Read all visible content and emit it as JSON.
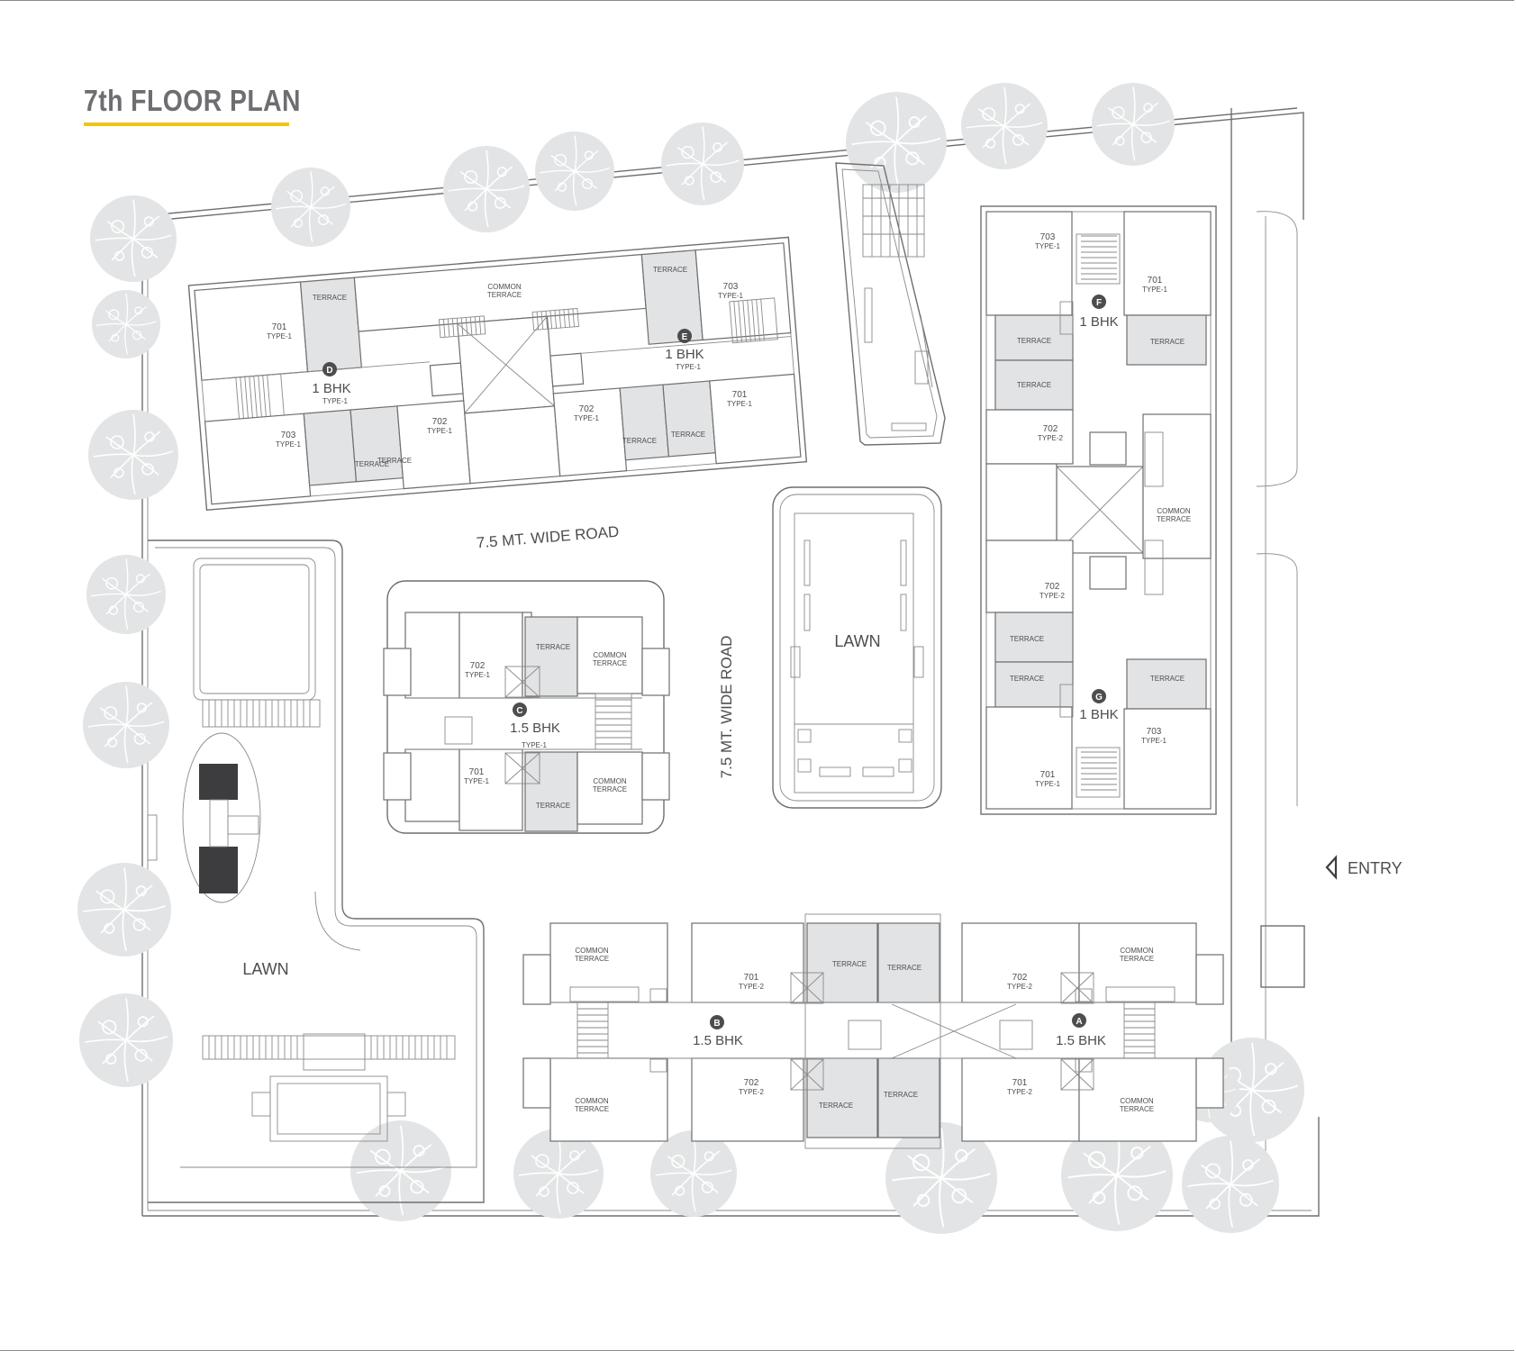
{
  "title": "7th FLOOR PLAN",
  "colors": {
    "title_text": "#6d6e71",
    "title_underline": "#f5c400",
    "terrace_fill": "#e2e3e4",
    "line": "#6f6f6f",
    "tree": "#e3e4e5"
  },
  "site": {
    "road_horizontal": "7.5 MT. WIDE ROAD",
    "road_vertical": "7.5 MT. WIDE ROAD",
    "lawn_center": "LAWN",
    "lawn_left": "LAWN",
    "entry": "ENTRY",
    "entry_icon": "chevron-left-icon"
  },
  "wings": {
    "D": {
      "letter": "D",
      "unit": "1 BHK",
      "type": "TYPE-1"
    },
    "E": {
      "letter": "E",
      "unit": "1 BHK",
      "type": "TYPE-1"
    },
    "F": {
      "letter": "F",
      "unit": "1 BHK"
    },
    "G": {
      "letter": "G",
      "unit": "1 BHK"
    },
    "C": {
      "letter": "C",
      "unit": "1.5 BHK",
      "type": "TYPE-1"
    },
    "B": {
      "letter": "B",
      "unit": "1.5 BHK"
    },
    "A": {
      "letter": "A",
      "unit": "1.5 BHK"
    }
  },
  "flats": {
    "de_701_left": {
      "no": "701",
      "type": "TYPE-1"
    },
    "de_703_left": {
      "no": "703",
      "type": "TYPE-1"
    },
    "de_702_a": {
      "no": "702",
      "type": "TYPE-1"
    },
    "de_702_b": {
      "no": "702",
      "type": "TYPE-1"
    },
    "de_703_right": {
      "no": "703",
      "type": "TYPE-1"
    },
    "de_701_right": {
      "no": "701",
      "type": "TYPE-1"
    },
    "fg_703_top": {
      "no": "703",
      "type": "TYPE-1"
    },
    "fg_701_top": {
      "no": "701",
      "type": "TYPE-1"
    },
    "fg_702_a": {
      "no": "702",
      "type": "TYPE-2"
    },
    "fg_702_b": {
      "no": "702",
      "type": "TYPE-2"
    },
    "fg_703_bottom": {
      "no": "703",
      "type": "TYPE-1"
    },
    "fg_701_bottom": {
      "no": "701",
      "type": "TYPE-1"
    },
    "c_702": {
      "no": "702",
      "type": "TYPE-1"
    },
    "c_701": {
      "no": "701",
      "type": "TYPE-1"
    },
    "ab_701_top": {
      "no": "701",
      "type": "TYPE-2"
    },
    "ab_702_top": {
      "no": "702",
      "type": "TYPE-2"
    },
    "ab_702_bottom": {
      "no": "702",
      "type": "TYPE-2"
    },
    "ab_701_bottom": {
      "no": "701",
      "type": "TYPE-2"
    }
  },
  "areas": {
    "terrace": "TERRACE",
    "common_line1": "COMMON",
    "common_line2": "TERRACE"
  }
}
